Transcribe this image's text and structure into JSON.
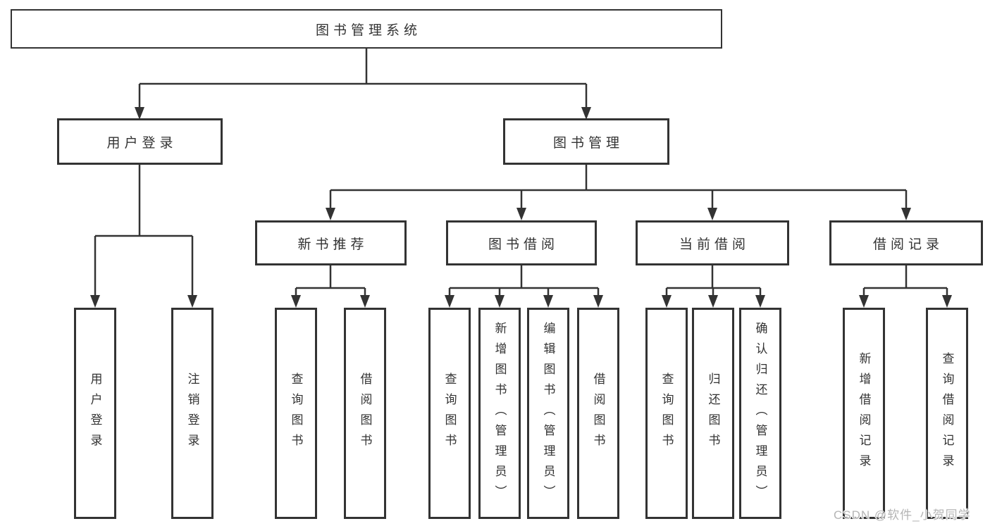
{
  "diagram": {
    "root": {
      "label": "图书管理系统"
    },
    "branches": [
      {
        "label": "用户登录",
        "children": [
          {
            "label": "用户登录"
          },
          {
            "label": "注销登录"
          }
        ]
      },
      {
        "label": "图书管理",
        "children": [
          {
            "label": "新书推荐",
            "children": [
              {
                "label": "查询图书"
              },
              {
                "label": "借阅图书"
              }
            ]
          },
          {
            "label": "图书借阅",
            "children": [
              {
                "label": "查询图书"
              },
              {
                "label": "新增图书（管理员）"
              },
              {
                "label": "编辑图书（管理员）"
              },
              {
                "label": "借阅图书"
              }
            ]
          },
          {
            "label": "当前借阅",
            "children": [
              {
                "label": "查询图书"
              },
              {
                "label": "归还图书"
              },
              {
                "label": "确认归还（管理员）"
              }
            ]
          },
          {
            "label": "借阅记录",
            "children": [
              {
                "label": "新增借阅记录"
              },
              {
                "label": "查询借阅记录"
              }
            ]
          }
        ]
      }
    ]
  },
  "watermark": {
    "text": "CSDN @软件_小贺同学"
  },
  "colors": {
    "line": "#333333",
    "border": "#333333",
    "text": "#333333",
    "background": "#ffffff",
    "watermark": "#b5b5b5"
  }
}
